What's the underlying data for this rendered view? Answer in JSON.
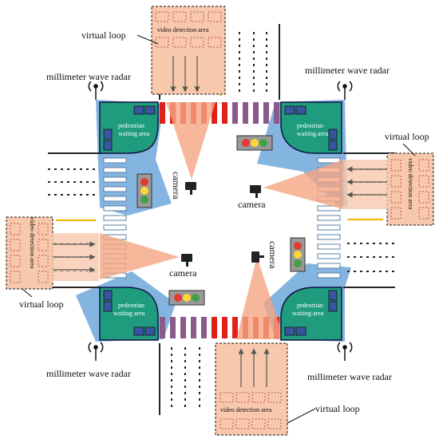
{
  "labels": {
    "virtual_loop_top": "virtual loop",
    "virtual_loop_right": "virtual loop",
    "virtual_loop_left": "virtual loop",
    "virtual_loop_bottom": "virtual loop",
    "video_area_top": "video detection area",
    "video_area_right": "video detection area",
    "video_area_left": "video detection area",
    "video_area_bottom": "video detection area",
    "radar_tl": "millimeter wave radar",
    "radar_tr": "millimeter wave radar",
    "radar_bl": "millimeter wave radar",
    "radar_br": "millimeter wave radar",
    "camera_n": "camera",
    "camera_e": "camera",
    "camera_w": "camera",
    "camera_s": "camera",
    "ped_tl_1": "pedestrian",
    "ped_tl_2": "waiting area",
    "ped_tr_1": "pedestrian",
    "ped_tr_2": "waiting area",
    "ped_bl_1": "pedestrian",
    "ped_bl_2": "waiting area",
    "ped_br_1": "pedestrian",
    "ped_br_2": "waiting area"
  },
  "colors": {
    "radar_coverage": "#5b9bd5",
    "camera_view": "#f4a582",
    "loop_fill": "#f8c8ad",
    "loop_dash": "#c0504d",
    "crosswalk_red": "#e0201b",
    "crosswalk_purple": "#8a5a8a",
    "corner_green": "#1f9c7e",
    "signal_red": "#e53935",
    "signal_yellow": "#fdd835",
    "signal_green": "#43a047",
    "road_line": "#222222",
    "yellow_line": "#f0b400"
  }
}
